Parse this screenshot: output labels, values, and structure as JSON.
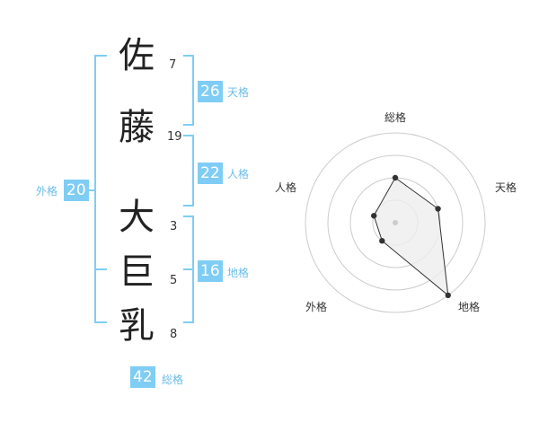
{
  "characters": [
    {
      "char": "佐",
      "strokes": "7"
    },
    {
      "char": "藤",
      "strokes": "19"
    },
    {
      "char": "大",
      "strokes": "3"
    },
    {
      "char": "巨",
      "strokes": "5"
    },
    {
      "char": "乳",
      "strokes": "8"
    }
  ],
  "fortunes": {
    "tenkaku": {
      "value": "26",
      "label": "天格"
    },
    "jinkaku": {
      "value": "22",
      "label": "人格"
    },
    "chikaku": {
      "value": "16",
      "label": "地格"
    },
    "gaikaku": {
      "value": "20",
      "label": "外格"
    },
    "soukaku": {
      "value": "42",
      "label": "総格"
    }
  },
  "chart_data": {
    "type": "radar",
    "axes": [
      "総格",
      "天格",
      "地格",
      "外格",
      "人格"
    ],
    "scale_max": 4,
    "rings": 4,
    "values": [
      2,
      2,
      4,
      1,
      1
    ],
    "colors": {
      "line": "#333333",
      "fill": "#eeeeee",
      "ring": "#cccccc",
      "center": "#cccccc"
    }
  },
  "colors": {
    "accent": "#7fcdf5",
    "accent_text": "#6cbde9"
  }
}
